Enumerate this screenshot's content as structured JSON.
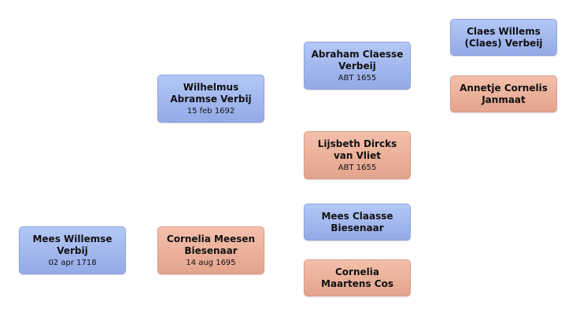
{
  "tree": {
    "root": {
      "name": "Mees Willemse Verbij",
      "date": "02 apr 1718",
      "gender": "male"
    },
    "father": {
      "name": "Wilhelmus Abramse Verbij",
      "date": "15 feb 1692",
      "gender": "male"
    },
    "mother": {
      "name": "Cornelia Meesen Biesenaar",
      "date": "14 aug 1695",
      "gender": "female"
    },
    "paternal_grandfather": {
      "name": "Abraham Claesse Verbeij",
      "date": "ABT 1655",
      "gender": "male"
    },
    "paternal_grandmother": {
      "name": "Lijsbeth Dircks van Vliet",
      "date": "ABT 1655",
      "gender": "female"
    },
    "maternal_grandfather": {
      "name": "Mees Claasse Biesenaar",
      "gender": "male"
    },
    "maternal_grandmother": {
      "name": "Cornelia Maartens Cos",
      "gender": "female"
    },
    "pp_great_grandfather": {
      "name": "Claes Willems (Claes) Verbeij",
      "gender": "male"
    },
    "pp_great_grandmother": {
      "name": "Annetje Cornelis Janmaat",
      "gender": "female"
    }
  },
  "colors": {
    "male": "#a3b8ef",
    "female": "#eeb29c"
  }
}
